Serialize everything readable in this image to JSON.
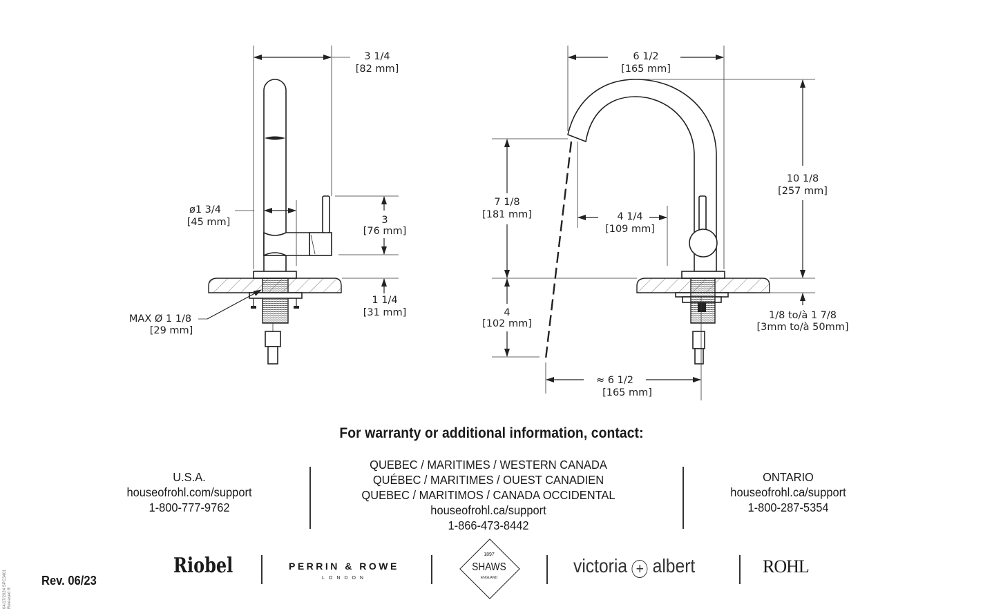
{
  "left_view": {
    "width_in": "3 1/4",
    "width_mm": "[82 mm]",
    "diameter_in": "ø1 3/4",
    "diameter_mm": "[45 mm]",
    "handle_height_in": "3",
    "handle_height_mm": "[76 mm]",
    "deck_in": "1 1/4",
    "deck_mm": "[31 mm]",
    "hole_in": "MAX Ø 1 1/8",
    "hole_mm": "[29 mm]"
  },
  "right_view": {
    "reach_in": "6 1/2",
    "reach_mm": "[165 mm]",
    "height_in": "10 1/8",
    "height_mm": "[257 mm]",
    "spout_height_in": "7 1/8",
    "spout_height_mm": "[181 mm]",
    "spout_reach_in": "4 1/4",
    "spout_reach_mm": "[109 mm]",
    "below_in": "4",
    "below_mm": "[102 mm]",
    "stream_in": "≈ 6 1/2",
    "stream_mm": "[165 mm]",
    "deck_range_in": "1/8 to/à 1 7/8",
    "deck_range_mm": "[3mm to/à 50mm]"
  },
  "contact": {
    "heading": "For warranty or additional information, contact:",
    "usa": [
      "U.S.A.",
      "houseofrohl.com/support",
      "1-800-777-9762"
    ],
    "canada": [
      "QUEBEC / MARITIMES / WESTERN CANADA",
      "QUÉBEC / MARITIMES / OUEST CANADIEN",
      "QUEBEC / MARITIMOS / CANADA OCCIDENTAL",
      "houseofrohl.ca/support",
      "1-866-473-8442"
    ],
    "ontario": [
      "ONTARIO",
      "houseofrohl.ca/support",
      "1-800-287-5354"
    ]
  },
  "footer": {
    "revision": "Rev. 06/23",
    "stamp_line1": "04/17/2024  SPC3401",
    "stamp_line2": "Released ®",
    "brands": {
      "riobel": "Riobel",
      "perrin_rowe": "PERRIN & ROWE",
      "perrin_rowe_sub": "LONDON",
      "shaws_year": "1897",
      "shaws": "SHAWS",
      "shaws_sub": "ENGLAND",
      "victoria_albert_1": "victoria",
      "victoria_albert_2": "albert",
      "rohl": "ROHL"
    }
  }
}
